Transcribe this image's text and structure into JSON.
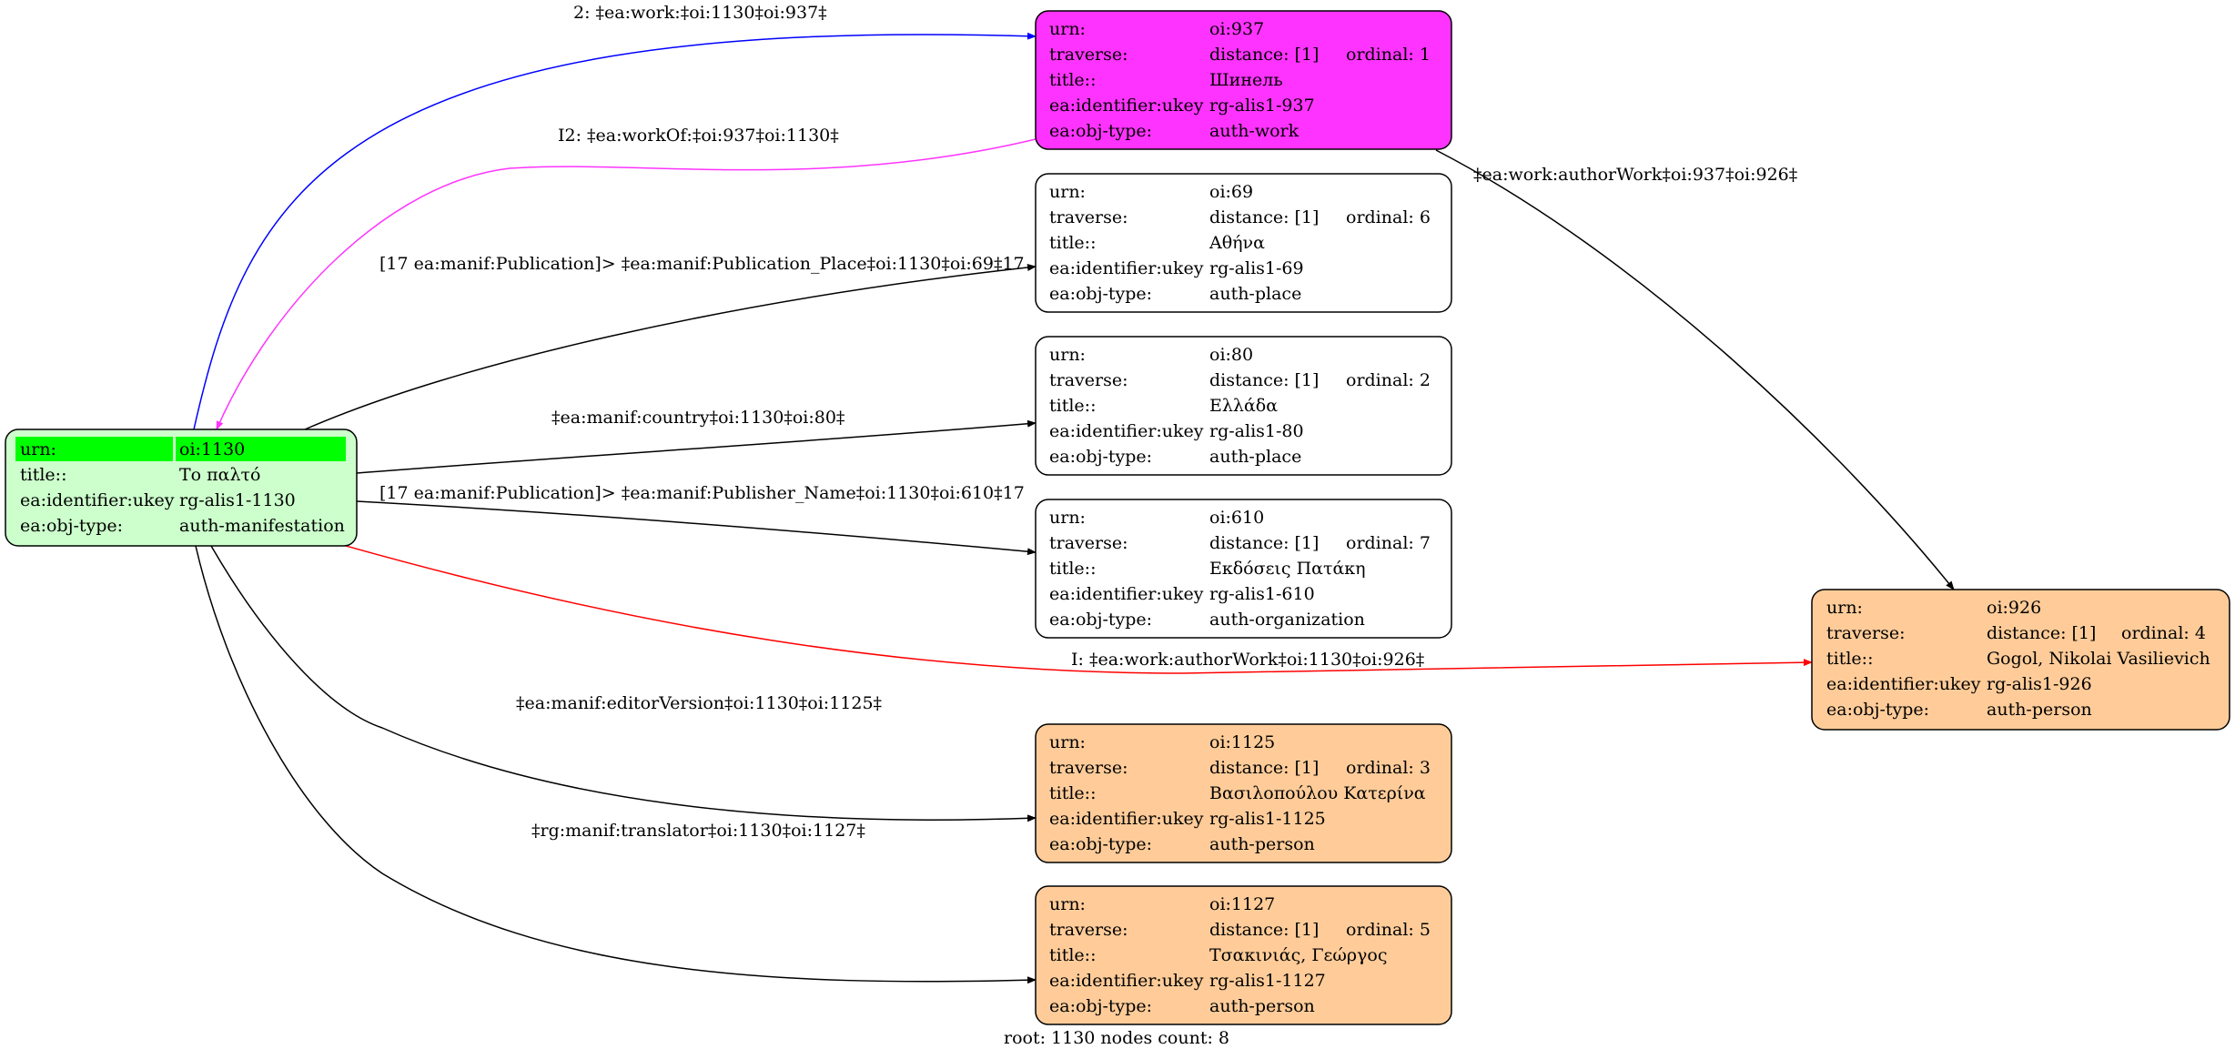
{
  "colors": {
    "root_fill": "#ccffcc",
    "root_header": "#00ff00",
    "work_fill": "#ff33ff",
    "person_fill": "#ffcc99",
    "plain_fill": "#ffffff",
    "edge_default": "#000000",
    "edge_work": "#0000ff",
    "edge_workOf": "#ff33ff",
    "edge_author": "#ff0000"
  },
  "nodes": {
    "n1130": {
      "rows": [
        [
          "urn:",
          "oi:1130"
        ],
        [
          "title::",
          "Το παλτό"
        ],
        [
          "ea:identifier:ukey",
          "rg-alis1-1130"
        ],
        [
          "ea:obj-type:",
          "auth-manifestation"
        ]
      ]
    },
    "n937": {
      "rows": [
        [
          "urn:",
          "oi:937",
          ""
        ],
        [
          "traverse:",
          "distance: [1]",
          "ordinal: 1"
        ],
        [
          "title::",
          "Шинель",
          ""
        ],
        [
          "ea:identifier:ukey",
          "rg-alis1-937",
          ""
        ],
        [
          "ea:obj-type:",
          "auth-work",
          ""
        ]
      ]
    },
    "n69": {
      "rows": [
        [
          "urn:",
          "oi:69",
          ""
        ],
        [
          "traverse:",
          "distance: [1]",
          "ordinal: 6"
        ],
        [
          "title::",
          "Αθήνα",
          ""
        ],
        [
          "ea:identifier:ukey",
          "rg-alis1-69",
          ""
        ],
        [
          "ea:obj-type:",
          "auth-place",
          ""
        ]
      ]
    },
    "n80": {
      "rows": [
        [
          "urn:",
          "oi:80",
          ""
        ],
        [
          "traverse:",
          "distance: [1]",
          "ordinal: 2"
        ],
        [
          "title::",
          "Ελλάδα",
          ""
        ],
        [
          "ea:identifier:ukey",
          "rg-alis1-80",
          ""
        ],
        [
          "ea:obj-type:",
          "auth-place",
          ""
        ]
      ]
    },
    "n610": {
      "rows": [
        [
          "urn:",
          "oi:610",
          ""
        ],
        [
          "traverse:",
          "distance: [1]",
          "ordinal: 7"
        ],
        [
          "title::",
          "Εκδόσεις Πατάκη",
          ""
        ],
        [
          "ea:identifier:ukey",
          "rg-alis1-610",
          ""
        ],
        [
          "ea:obj-type:",
          "auth-organization",
          ""
        ]
      ]
    },
    "n1125": {
      "rows": [
        [
          "urn:",
          "oi:1125",
          ""
        ],
        [
          "traverse:",
          "distance: [1]",
          "ordinal: 3"
        ],
        [
          "title::",
          "Βασιλοπούλου Κατερίνα",
          ""
        ],
        [
          "ea:identifier:ukey",
          "rg-alis1-1125",
          ""
        ],
        [
          "ea:obj-type:",
          "auth-person",
          ""
        ]
      ]
    },
    "n1127": {
      "rows": [
        [
          "urn:",
          "oi:1127",
          ""
        ],
        [
          "traverse:",
          "distance: [1]",
          "ordinal: 5"
        ],
        [
          "title::",
          "Τσακινιάς, Γεώργος",
          ""
        ],
        [
          "ea:identifier:ukey",
          "rg-alis1-1127",
          ""
        ],
        [
          "ea:obj-type:",
          "auth-person",
          ""
        ]
      ]
    },
    "n926": {
      "rows": [
        [
          "urn:",
          "oi:926",
          ""
        ],
        [
          "traverse:",
          "distance: [1]",
          "ordinal: 4"
        ],
        [
          "title::",
          "Gogol, Nikolai Vasilievich",
          ""
        ],
        [
          "ea:identifier:ukey",
          "rg-alis1-926",
          ""
        ],
        [
          "ea:obj-type:",
          "auth-person",
          ""
        ]
      ]
    }
  },
  "edges": {
    "work": "2: ‡ea:work:‡oi:1130‡oi:937‡",
    "workOf": "I2: ‡ea:workOf:‡oi:937‡oi:1130‡",
    "pubPlace": "[17 ea:manif:Publication]> ‡ea:manif:Publication_Place‡oi:1130‡oi:69‡17",
    "country": "‡ea:manif:country‡oi:1130‡oi:80‡",
    "publisher": "[17 ea:manif:Publication]> ‡ea:manif:Publisher_Name‡oi:1130‡oi:610‡17",
    "authorWorkI": "I: ‡ea:work:authorWork‡oi:1130‡oi:926‡",
    "authorWork": "‡ea:work:authorWork‡oi:937‡oi:926‡",
    "editor": "‡ea:manif:editorVersion‡oi:1130‡oi:1125‡",
    "translator": "‡rg:manif:translator‡oi:1130‡oi:1127‡"
  },
  "footer": "root: 1130 nodes count: 8"
}
